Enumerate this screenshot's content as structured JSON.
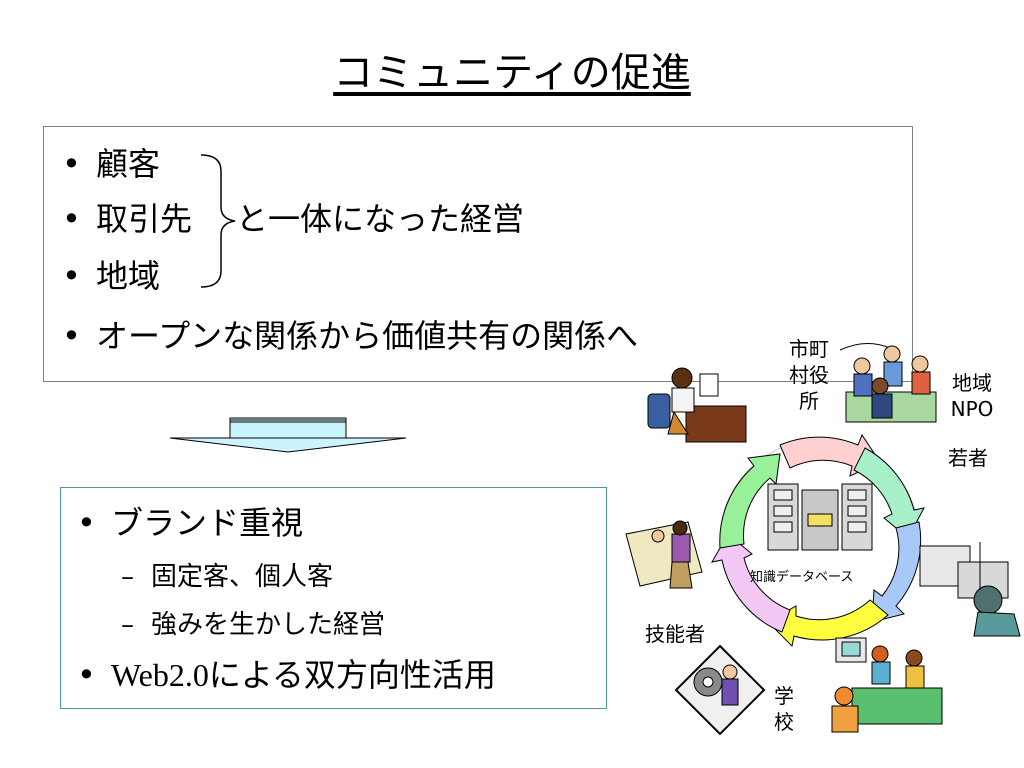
{
  "title": "コミュニティの促進",
  "box1": {
    "bullets": [
      "顧客",
      "取引先",
      "地域",
      "オープンな関係から価値共有の関係へ"
    ],
    "brace_text": "と一体になった経営"
  },
  "box2": {
    "items": [
      {
        "level": 1,
        "text": "ブランド重視"
      },
      {
        "level": 2,
        "text": "固定客、個人客"
      },
      {
        "level": 2,
        "text": "強みを生かした経営"
      },
      {
        "level": 1,
        "text_latin": "Web2.0",
        "text": "による双方向性活用"
      }
    ]
  },
  "diagram": {
    "center_label": "知識データベース",
    "labels": {
      "city_hall": "市町村役所",
      "regional_npo": "地域NPO",
      "youth": "若者",
      "technicians": "技能者",
      "school": "学校"
    },
    "arrow_colors": [
      "#ffd0d0",
      "#a8f0c8",
      "#a8c8f8",
      "#ffff40",
      "#f4c8f4",
      "#98f098"
    ]
  }
}
